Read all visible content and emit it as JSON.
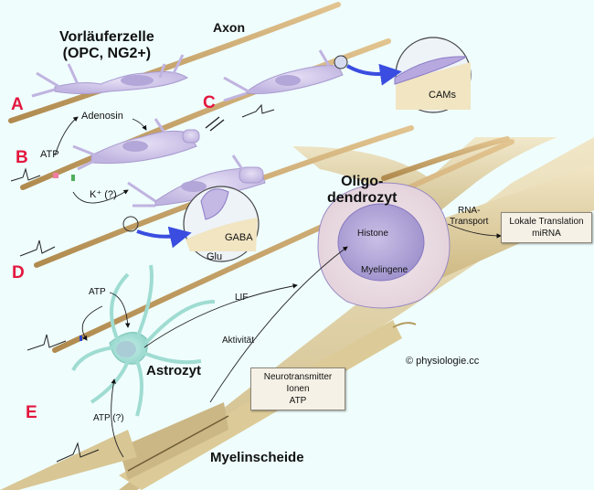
{
  "figure": {
    "title_labels": {
      "opc": [
        "Vorläuferzelle",
        "(OPC, NG2+)"
      ],
      "axon": "Axon",
      "oligodendrocyte": [
        "Oligo-",
        "dendrozyt"
      ],
      "astrocyte": "Astrozyt",
      "myelin_sheath": "Myelinscheide"
    },
    "panel_letters": [
      "A",
      "B",
      "C",
      "D",
      "E"
    ],
    "annotations": {
      "adenosin": "Adenosin",
      "atp_b": "ATP",
      "potassium": "K⁺ (?)",
      "cams": "CAMs",
      "gaba": "GABA",
      "glu": "Glu",
      "atp_e": "ATP",
      "lif": "LIF",
      "aktivitaet": "Aktivität",
      "atp_q": "ATP (?)",
      "histone": "Histone",
      "myelingene": "Myelingene",
      "rna_transport": [
        "RNA-",
        "Transport"
      ]
    },
    "boxes": {
      "local_translation": [
        "Lokale Translation",
        "miRNA"
      ],
      "signals": [
        "Neurotransmitter",
        "Ionen",
        "ATP"
      ]
    },
    "copyright": "© physiologie.cc"
  },
  "colors": {
    "background": "#effdfd",
    "axon": "#c9a66b",
    "opc_cell": "#d2c8ea",
    "astrocyte": "#9fdcd2",
    "oligodendrocyte_body": "#ece0e4",
    "nucleus": "#b3a6d8",
    "myelin": "#e3d5a8",
    "panel_letter": "#e3173e",
    "arrow_blue": "#3a4de0"
  }
}
